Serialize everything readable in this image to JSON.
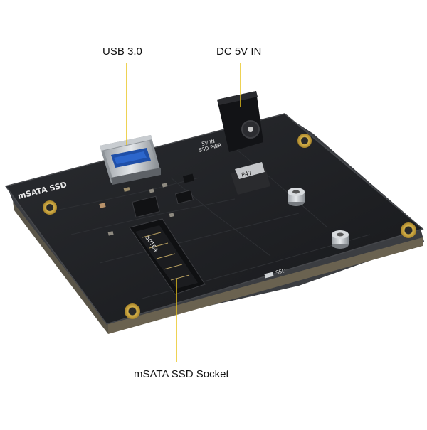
{
  "callouts": {
    "usb": "USB 3.0",
    "dc": "DC 5V IN",
    "socket": "mSATA SSD Socket"
  },
  "silkscreen": {
    "board_title": "mSATA SSD",
    "power_line1": "5V IN",
    "power_line2": "SSD PWR",
    "led_label": "SSD",
    "inductor_mark": "P47",
    "socket_mark": "50T64"
  },
  "colors": {
    "board": "#202226",
    "board_edge": "#3a3c40",
    "gold": "#c9a640",
    "leader": "#e8c21a"
  }
}
